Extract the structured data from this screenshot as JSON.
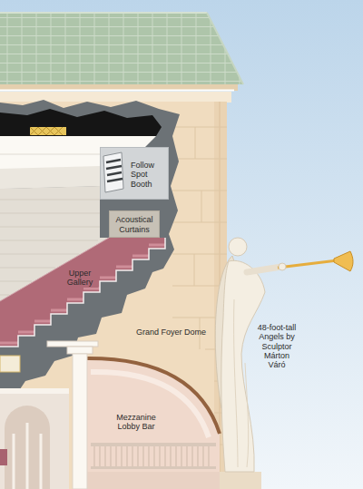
{
  "diagram": {
    "nodes": [
      {
        "text": [
          "Follow Spot Booth"
        ]
      },
      {
        "text": [
          "Acoustical Curtains"
        ]
      }
    ],
    "labels": [
      "Upper Gallery",
      "Grand Foyer Dome",
      "48-foot-tall Angels by Sculptor Márton Váró",
      "Mezzanine Lobby Bar"
    ]
  }
}
